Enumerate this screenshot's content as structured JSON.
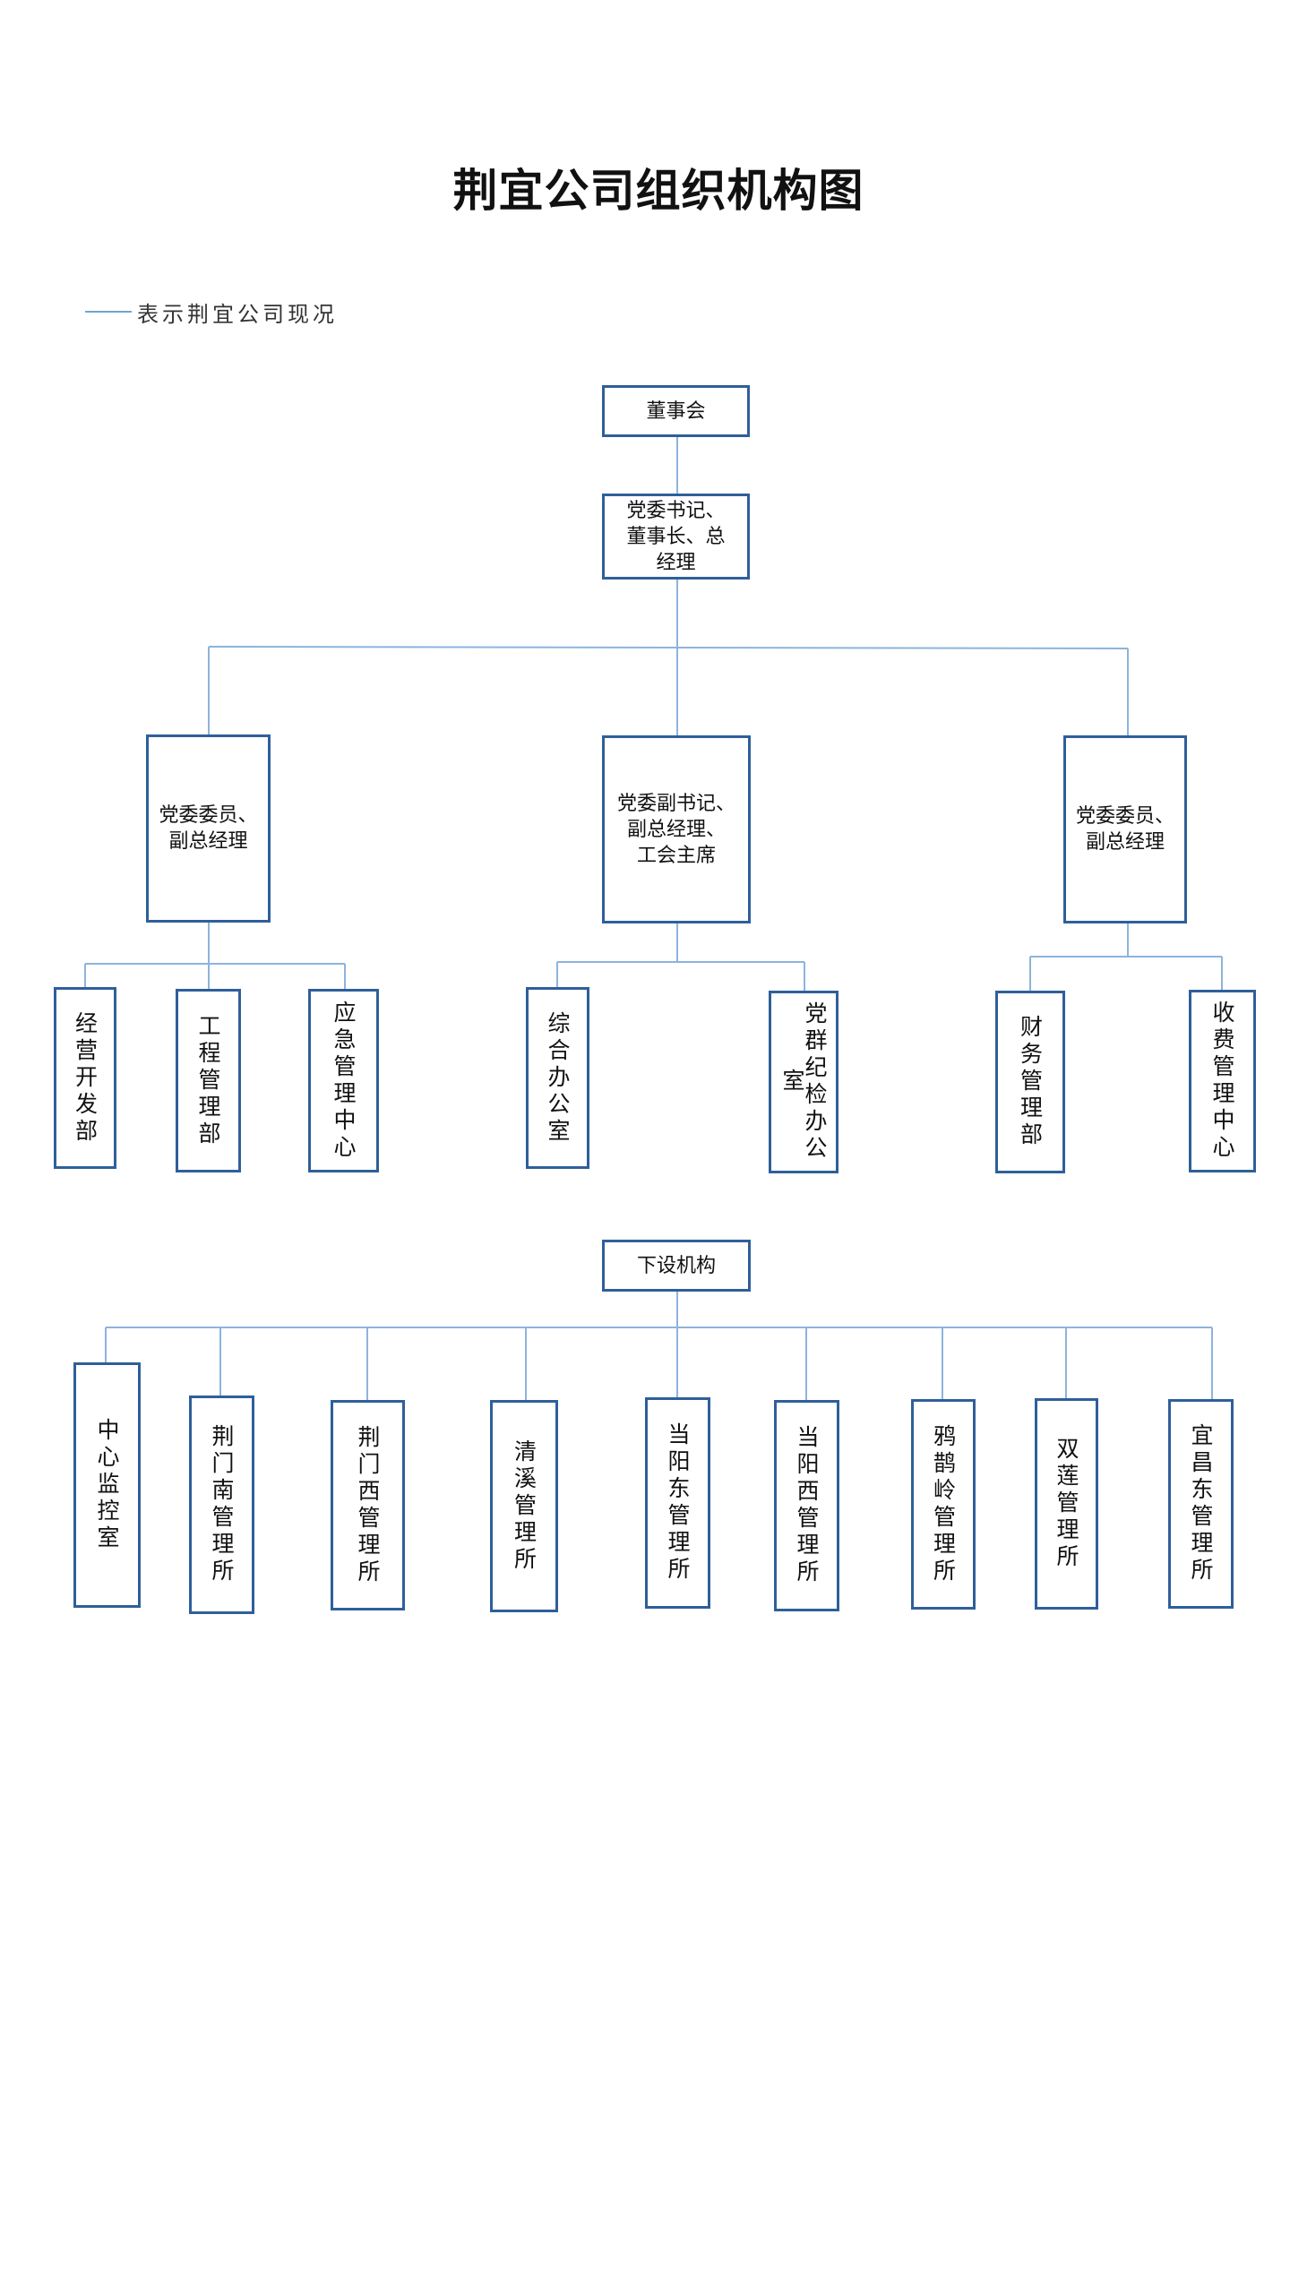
{
  "title": "荆宜公司组织机构图",
  "legend": {
    "text": "表示荆宜公司现况",
    "line_color": "#6fa5d4"
  },
  "colors": {
    "box_border": "#2f5f9a",
    "connector": "#8db4dc"
  },
  "org": {
    "board": "董事会",
    "chief": "党委书记、\n董事长、总\n经理",
    "deputies": [
      {
        "title": "党委委员、\n副总经理",
        "departments": [
          "经营开发部",
          "工程管理部",
          "应急管理中心"
        ]
      },
      {
        "title": "党委副书记、\n副总经理、\n工会主席",
        "departments": [
          "综合办公室",
          "党群纪检办公室"
        ]
      },
      {
        "title": "党委委员、\n副总经理",
        "departments": [
          "财务管理部",
          "收费管理中心"
        ]
      }
    ],
    "subsidiary_header": "下设机构",
    "subsidiaries": [
      "中心监控室",
      "荆门南管理所",
      "荆门西管理所",
      "清溪管理所",
      "当阳东管理所",
      "当阳西管理所",
      "鸦鹊岭管理所",
      "双莲管理所",
      "宜昌东管理所"
    ]
  }
}
